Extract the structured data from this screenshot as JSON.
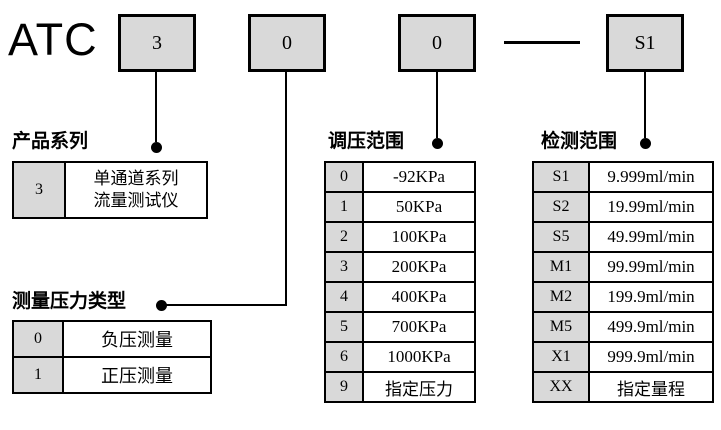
{
  "title": "ATC",
  "model_code": {
    "boxes": [
      "3",
      "0",
      "0",
      "S1"
    ],
    "separator": "—"
  },
  "product_series": {
    "heading": "产品系列",
    "rows": [
      {
        "code": "3",
        "desc_line1": "单通道系列",
        "desc_line2": "流量测试仪"
      }
    ]
  },
  "pressure_type": {
    "heading": "测量压力类型",
    "rows": [
      {
        "code": "0",
        "desc": "负压测量"
      },
      {
        "code": "1",
        "desc": "正压测量"
      }
    ]
  },
  "regulation_range": {
    "heading": "调压范围",
    "rows": [
      {
        "code": "0",
        "desc": "-92KPa"
      },
      {
        "code": "1",
        "desc": "50KPa"
      },
      {
        "code": "2",
        "desc": "100KPa"
      },
      {
        "code": "3",
        "desc": "200KPa"
      },
      {
        "code": "4",
        "desc": "400KPa"
      },
      {
        "code": "5",
        "desc": "700KPa"
      },
      {
        "code": "6",
        "desc": "1000KPa"
      },
      {
        "code": "9",
        "desc": "指定压力"
      }
    ]
  },
  "detection_range": {
    "heading": "检测范围",
    "rows": [
      {
        "code": "S1",
        "desc": "9.999ml/min"
      },
      {
        "code": "S2",
        "desc": "19.99ml/min"
      },
      {
        "code": "S5",
        "desc": "49.99ml/min"
      },
      {
        "code": "M1",
        "desc": "99.99ml/min"
      },
      {
        "code": "M2",
        "desc": "199.9ml/min"
      },
      {
        "code": "M5",
        "desc": "499.9ml/min"
      },
      {
        "code": "X1",
        "desc": "999.9ml/min"
      },
      {
        "code": "XX",
        "desc": "指定量程"
      }
    ]
  },
  "colors": {
    "box_fill": "#d9d9d9",
    "line": "#000000",
    "background": "#ffffff"
  }
}
